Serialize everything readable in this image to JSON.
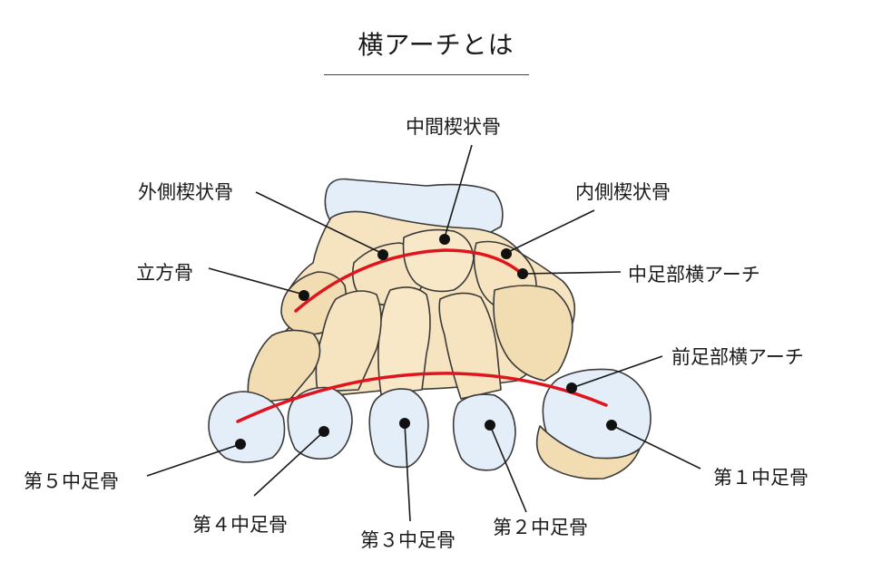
{
  "title": "横アーチとは",
  "labels": {
    "intermediate_cuneiform": "中間楔状骨",
    "lateral_cuneiform": "外側楔状骨",
    "medial_cuneiform": "内側楔状骨",
    "cuboid": "立方骨",
    "midfoot_transverse_arch": "中足部横アーチ",
    "forefoot_transverse_arch": "前足部横アーチ",
    "metatarsal_5": "第５中足骨",
    "metatarsal_4": "第４中足骨",
    "metatarsal_3": "第３中足骨",
    "metatarsal_2": "第２中足骨",
    "metatarsal_1": "第１中足骨"
  },
  "colors": {
    "bone_fill": "#f6e4c0",
    "bone_stroke": "#3a3a3a",
    "cartilage_fill": "#e4eef8",
    "arch_line": "#e0141e",
    "leader_line": "#1a1a1a"
  }
}
